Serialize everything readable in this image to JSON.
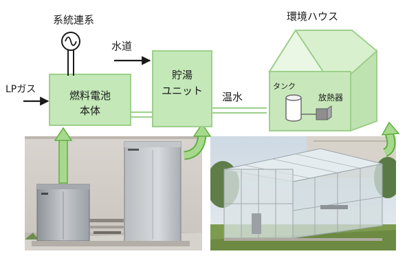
{
  "labels": {
    "grid": "系統連系",
    "water": "水道",
    "lpgas": "LPガス",
    "fuelcell_line1": "燃料電池",
    "fuelcell_line2": "本体",
    "storage_line1": "貯湯",
    "storage_line2": "ユニット",
    "hotwater": "温水",
    "greenhouse": "環境ハウス",
    "tank": "タンク",
    "radiator": "放熱器"
  },
  "colors": {
    "box_fill": "#c4e8b8",
    "box_edge": "#9ccf8b",
    "arrow_green": "#74c355",
    "house_roof": "#d9f0cf",
    "house_wall": "#c8e8bb"
  },
  "icons": {
    "grid": "ac-source-icon",
    "tank": "tank-icon",
    "radiator": "radiator-icon"
  },
  "photos": {
    "left": "fuel-cell-units-photo",
    "right": "greenhouse-photo"
  }
}
